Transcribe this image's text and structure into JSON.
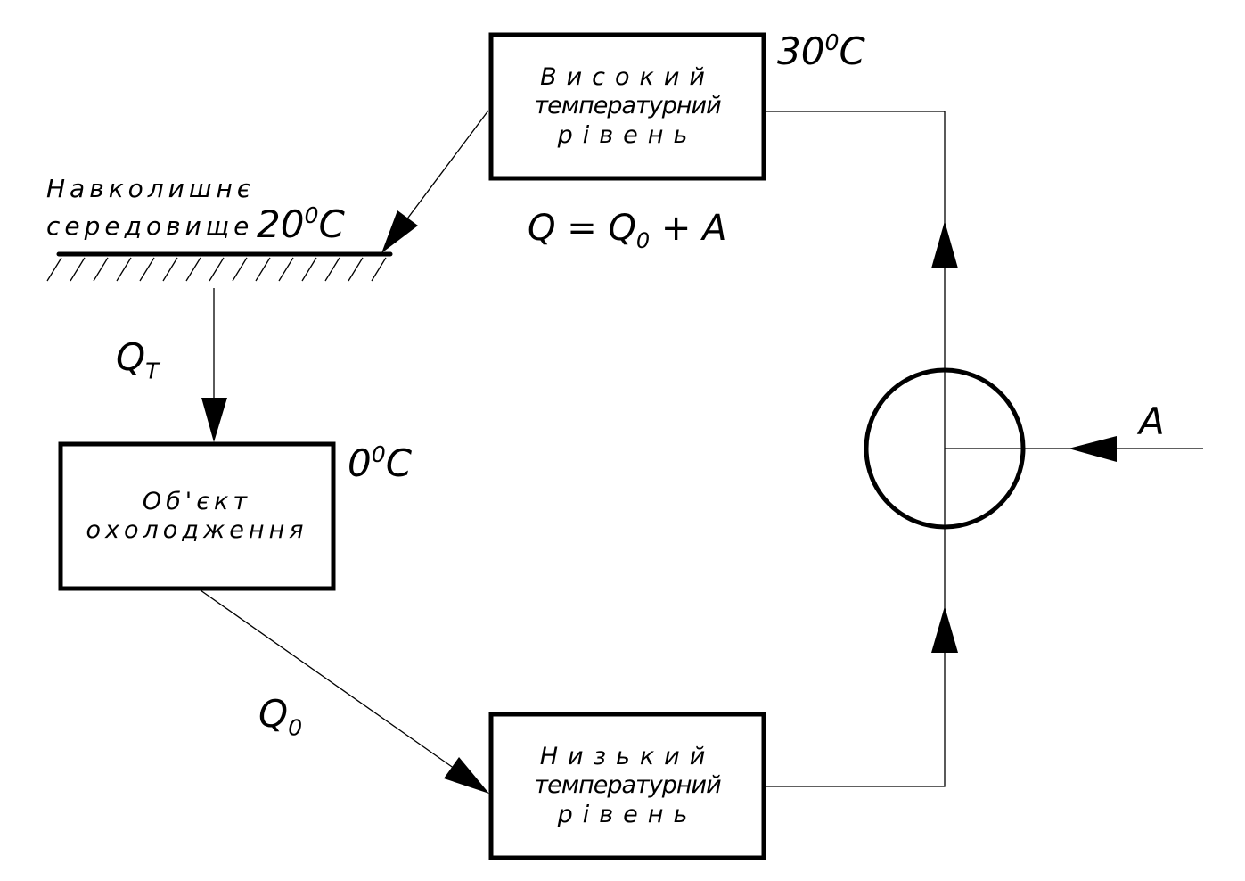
{
  "diagram": {
    "type": "heat pump energy flow diagram",
    "nodes": {
      "high_level": {
        "lines": [
          "Високий",
          "температурний",
          "рівень"
        ],
        "temperature_value": "30",
        "temperature_unit": "C",
        "degree_mark": "0"
      },
      "environment": {
        "lines": [
          "Навколишнє",
          "середовище"
        ],
        "temperature_value": "20",
        "temperature_unit": "C",
        "degree_mark": "0"
      },
      "object": {
        "lines": [
          "Об'єкт",
          "охолодження"
        ],
        "temperature_value": "0",
        "temperature_unit": "C",
        "degree_mark": "0"
      },
      "low_level": {
        "lines": [
          "Низький",
          "температурний",
          "рівень"
        ]
      },
      "compressor": {
        "symbol": "circle"
      }
    },
    "labels": {
      "equation": {
        "main": "Q = Q",
        "sub": "0",
        "tail": " + A"
      },
      "q_t": {
        "main": "Q",
        "sub": "T"
      },
      "q_0": {
        "main": "Q",
        "sub": "0"
      },
      "work": "A"
    },
    "edges": [
      {
        "from": "high_level",
        "to": "environment",
        "label": "Q = Q0 + A"
      },
      {
        "from": "environment",
        "to": "object",
        "label": "QT"
      },
      {
        "from": "object",
        "to": "low_level",
        "label": "Q0"
      },
      {
        "from": "low_level",
        "to": "compressor"
      },
      {
        "from": "compressor",
        "to": "high_level"
      },
      {
        "from": "external",
        "to": "compressor",
        "label": "A"
      }
    ],
    "colors": {
      "stroke": "#000000",
      "background": "#ffffff"
    }
  }
}
